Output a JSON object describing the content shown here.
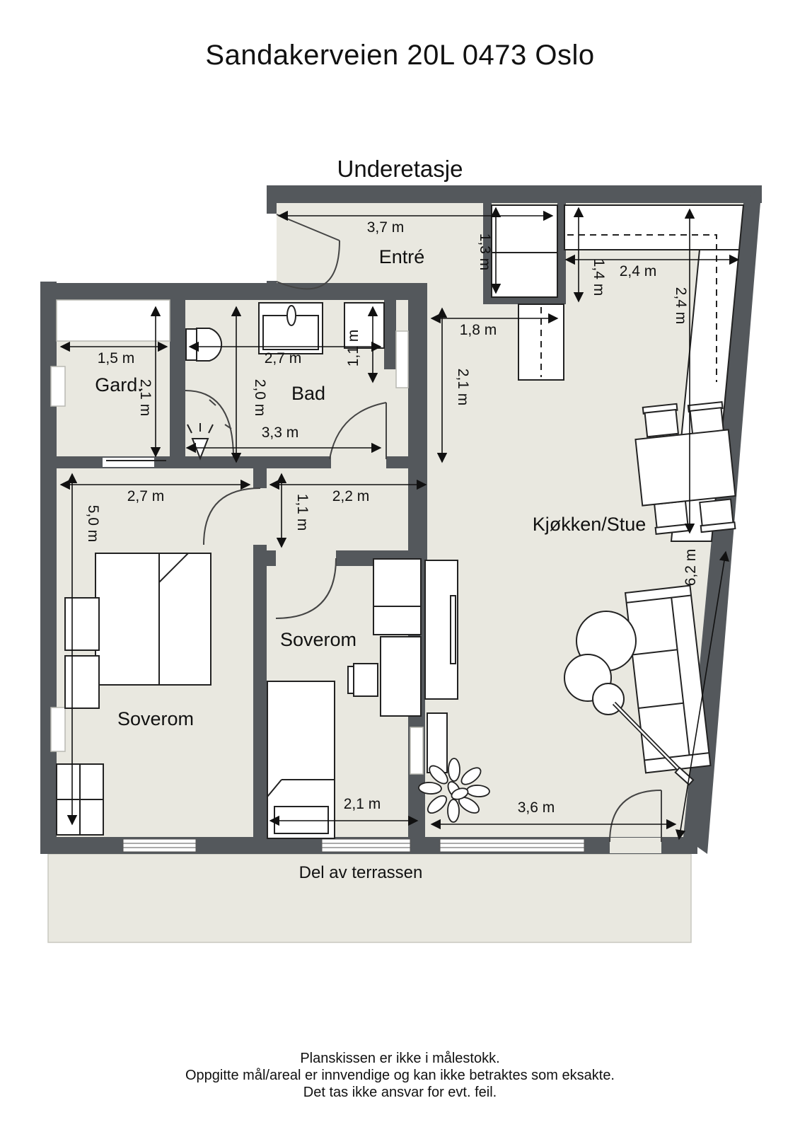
{
  "header": {
    "title": "Sandakerveien 20L 0473 Oslo",
    "floor_label": "Underetasje"
  },
  "rooms": {
    "entre": "Entré",
    "gard": "Gard.",
    "bad": "Bad",
    "kitchen_living": "Kjøkken/Stue",
    "bedroom_small": "Soverom",
    "bedroom_large": "Soverom",
    "terrace": "Del av terrassen"
  },
  "dimensions": {
    "entre_width": "3,7 m",
    "entre_depth": "1,3 m",
    "kitchen_width": "2,4 m",
    "kitchen_depth": "1,4 m",
    "kitchen_counter": "2,4 m",
    "hall_cabinet": "1,8 m",
    "hall_depth": "2,1 m",
    "gard_width": "1,5 m",
    "gard_depth": "2,1 m",
    "bad_width_top": "2,7 m",
    "bad_cabinet": "1,1 m",
    "bad_depth": "2,0 m",
    "bad_width": "3,3 m",
    "corridor_width": "2,7 m",
    "corridor_height": "1,1 m",
    "corridor2_width": "2,2 m",
    "bedroom_large_depth": "5,0 m",
    "living_length": "6,2 m",
    "bedroom_small_width": "2,1 m",
    "living_width": "3,6 m"
  },
  "disclaimer": {
    "line1": "Planskissen er ikke i målestokk.",
    "line2": "Oppgitte mål/areal er innvendige og kan ikke betraktes som eksakte.",
    "line3": "Det tas ikke ansvar for evt. feil."
  },
  "colors": {
    "wall": "#54585c",
    "floor": "#e9e8e0",
    "line": "#111111"
  }
}
